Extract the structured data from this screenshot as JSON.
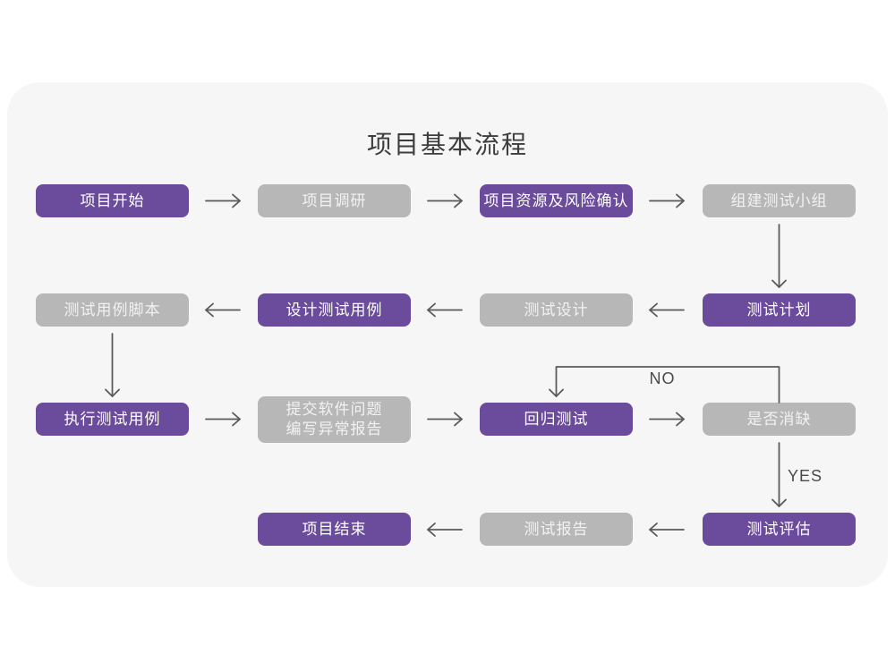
{
  "page": {
    "title": "项目基本流程"
  },
  "colors": {
    "node_purple": "#6b4b9b",
    "node_gray": "#b7b7b7",
    "card_background": "#f6f6f6",
    "arrow": "#5a5a5a"
  },
  "diagram": {
    "nodes": [
      {
        "id": "project-start",
        "label": "项目开始",
        "variant": "purple"
      },
      {
        "id": "project-research",
        "label": "项目调研",
        "variant": "gray"
      },
      {
        "id": "resources-risk",
        "label": "项目资源及风险确认",
        "variant": "purple"
      },
      {
        "id": "build-test-team",
        "label": "组建测试小组",
        "variant": "gray"
      },
      {
        "id": "test-case-script",
        "label": "测试用例脚本",
        "variant": "gray"
      },
      {
        "id": "design-test-cases",
        "label": "设计测试用例",
        "variant": "purple"
      },
      {
        "id": "test-design",
        "label": "测试设计",
        "variant": "gray"
      },
      {
        "id": "test-plan",
        "label": "测试计划",
        "variant": "purple"
      },
      {
        "id": "execute-test-cases",
        "label": "执行测试用例",
        "variant": "purple"
      },
      {
        "id": "submit-issues",
        "label": "提交软件问题",
        "label2": "编写异常报告",
        "variant": "gray"
      },
      {
        "id": "regression-test",
        "label": "回归测试",
        "variant": "purple"
      },
      {
        "id": "defect-resolved",
        "label": "是否消缺",
        "variant": "gray"
      },
      {
        "id": "project-end",
        "label": "项目结束",
        "variant": "purple"
      },
      {
        "id": "test-report",
        "label": "测试报告",
        "variant": "gray"
      },
      {
        "id": "test-evaluation",
        "label": "测试评估",
        "variant": "purple"
      }
    ],
    "branch_labels": {
      "no": "NO",
      "yes": "YES"
    }
  }
}
